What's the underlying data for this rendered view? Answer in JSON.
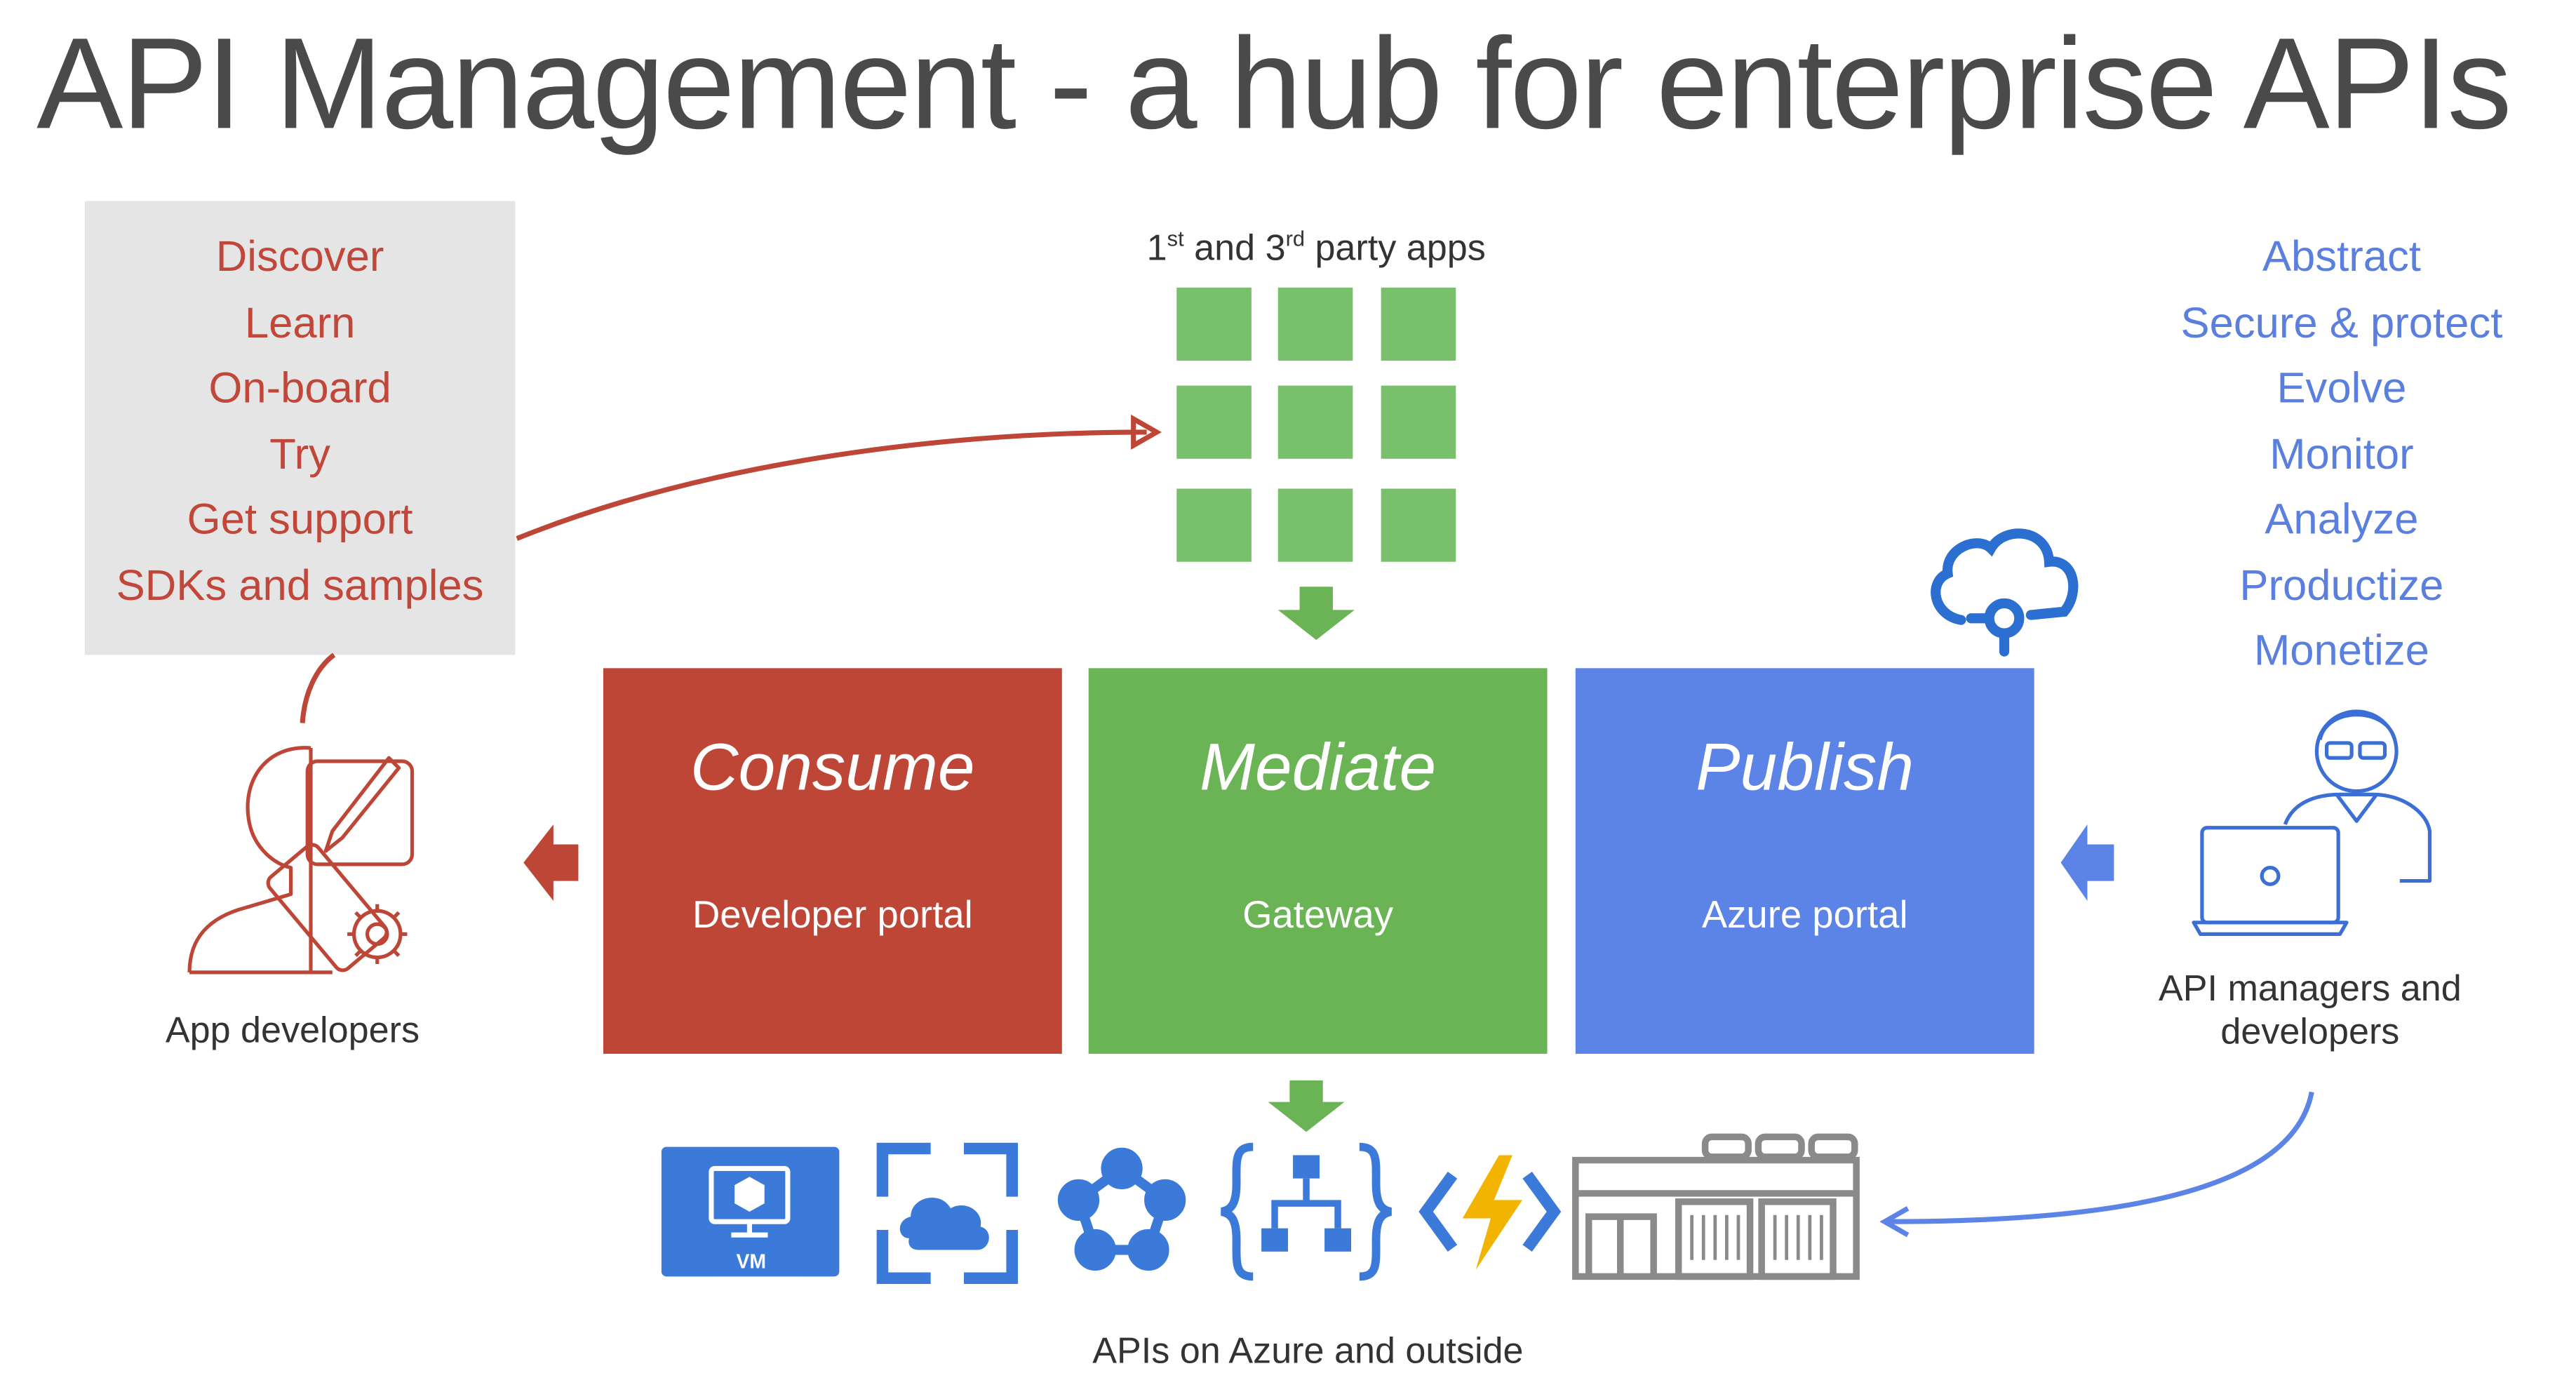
{
  "title": "API Management - a hub for enterprise APIs",
  "left_list": [
    "Discover",
    "Learn",
    "On-board",
    "Try",
    "Get support",
    "SDKs and samples"
  ],
  "right_list": [
    "Abstract",
    "Secure & protect",
    "Evolve",
    "Monitor",
    "Analyze",
    "Productize",
    "Monetize"
  ],
  "apps_label": {
    "p1": "1",
    "s1": "st",
    "p2": " and 3",
    "s2": "rd",
    "p3": " party apps"
  },
  "boxes": {
    "consume": {
      "title": "Consume",
      "sub": "Developer portal"
    },
    "mediate": {
      "title": "Mediate",
      "sub": "Gateway"
    },
    "publish": {
      "title": "Publish",
      "sub": "Azure portal"
    }
  },
  "app_developers_label": "App developers",
  "api_managers_label": [
    "API managers and",
    "developers"
  ],
  "apis_label": "APIs on Azure and outside",
  "vm_label": "VM",
  "colors": {
    "red": "#bd4637",
    "green": "#6bb455",
    "blue": "#5b84e6",
    "gray": "#8a8a8a",
    "tile": "#79c06c"
  },
  "icons": [
    "arrow-left-icon",
    "arrow-down-icon",
    "arrow-right-icon",
    "developer-person-icon",
    "manager-laptop-icon",
    "cloud-icon",
    "vm-icon",
    "cloud-grid-icon",
    "network-icon",
    "api-braces-icon",
    "function-icon",
    "datacenter-icon"
  ]
}
